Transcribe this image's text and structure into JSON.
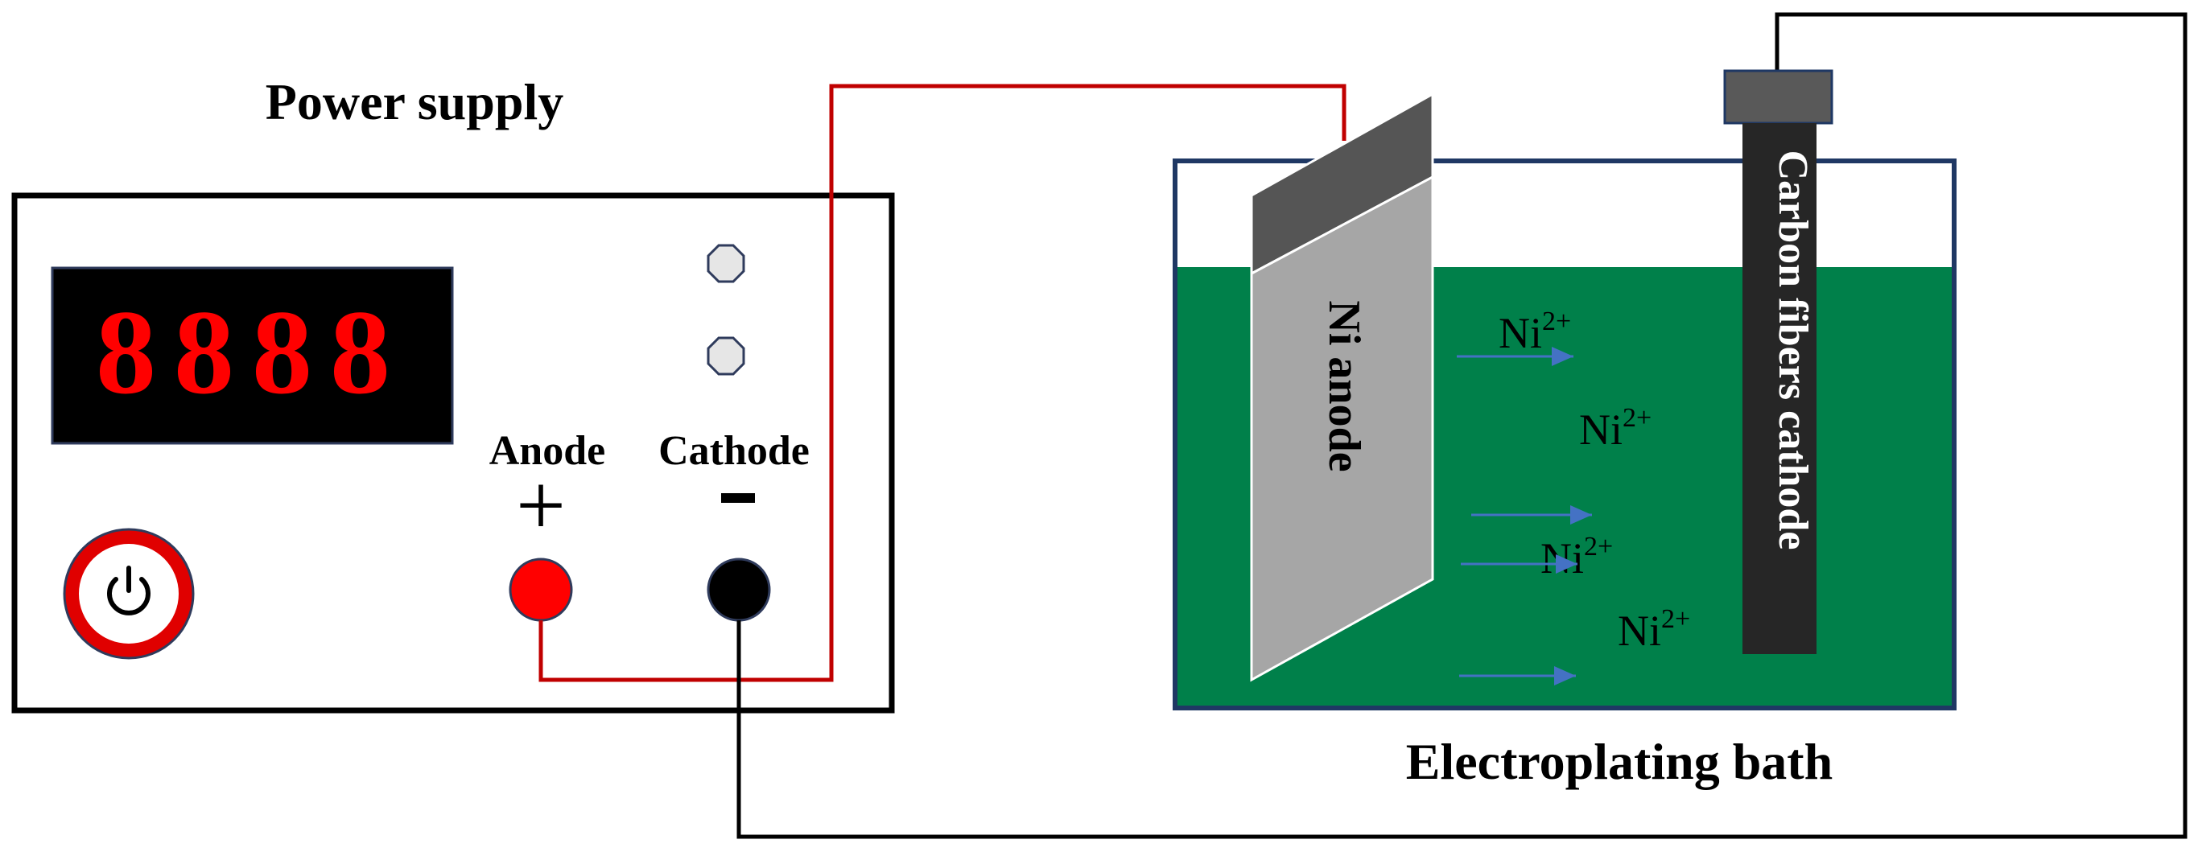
{
  "power_supply": {
    "title": "Power supply",
    "display_digits": "8888",
    "anode_label": "Anode",
    "cathode_label": "Cathode",
    "anode_symbol": "+",
    "cathode_symbol": "-",
    "power_icon": "power-icon"
  },
  "bath": {
    "title": "Electroplating bath",
    "anode_label": "Ni anode",
    "cathode_label": "Carbon fibers cathode",
    "ion_base": "Ni",
    "ion_charge": "2+"
  },
  "colors": {
    "solution": "#00804a",
    "anode_wire": "#c00000",
    "cathode_wire": "#000000",
    "display_digits": "#ff0000",
    "display_bg": "#000000",
    "anode_plate": "#a6a6a6",
    "anode_top": "#555555",
    "cathode_rod": "#262626",
    "cathode_cap": "#595959",
    "ion_arrow": "#4472c4",
    "tank_border": "#1f3864",
    "power_button_ring": "#e00000",
    "anode_terminal": "#ff0000",
    "cathode_terminal": "#000000",
    "knob": "#e6e6e6"
  }
}
